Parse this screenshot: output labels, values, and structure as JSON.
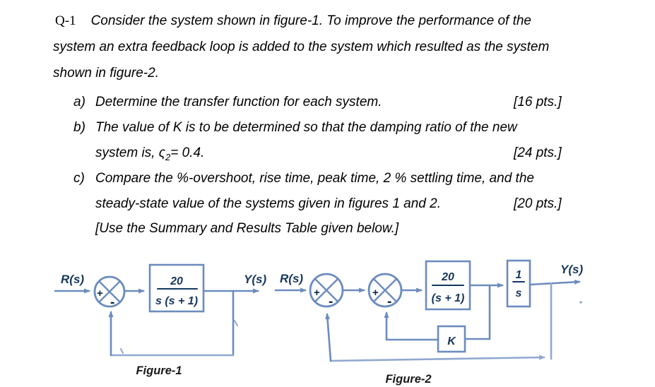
{
  "colors": {
    "line": "#6c8cbe",
    "line_light": "#8fa9d1",
    "navy": "#17365d",
    "body_text": "#000000"
  },
  "question": {
    "number": "Q-1",
    "intro": {
      "line1": "Consider the system shown in figure-1. To improve the performance of the",
      "line2": "system an extra feedback loop is added to the system which resulted as the system",
      "line3": "shown in figure-2."
    },
    "items": {
      "a_label": "a)",
      "a_text": "Determine the transfer function for each system.",
      "a_pts": "[16 pts.]",
      "b_label": "b)",
      "b_text": "The value of K is to be determined so that the damping ratio of the new",
      "b_text2_pre": "system is,  ς",
      "b_text2_sub": "2",
      "b_text2_post": "= 0.4.",
      "b_pts": "[24 pts.]",
      "c_label": "c)",
      "c_text": "Compare the %-overshoot, rise time, peak time, 2 % settling time, and the",
      "c_text2": "steady-state value of the systems given in figures 1 and 2.",
      "c_pts": "[20 pts.]",
      "c_text3": "[Use the Summary and Results Table given below.]"
    }
  },
  "figure1": {
    "input_label": "R(s)",
    "output_label": "Y(s)",
    "sum_plus": "+",
    "sum_minus": "-",
    "block_numerator": "20",
    "block_denominator": "s (s + 1)",
    "caption": "Figure-1"
  },
  "figure2": {
    "input_label": "R(s)",
    "output_label": "Y(s)",
    "sum1_plus": "+",
    "sum1_minus": "-",
    "sum2_plus": "+",
    "sum2_minus": "-",
    "block1_numerator": "20",
    "block1_denominator": "(s + 1)",
    "block2_numerator": "1",
    "block2_denominator": "s",
    "gain_label": "K",
    "caption": "Figure-2"
  }
}
